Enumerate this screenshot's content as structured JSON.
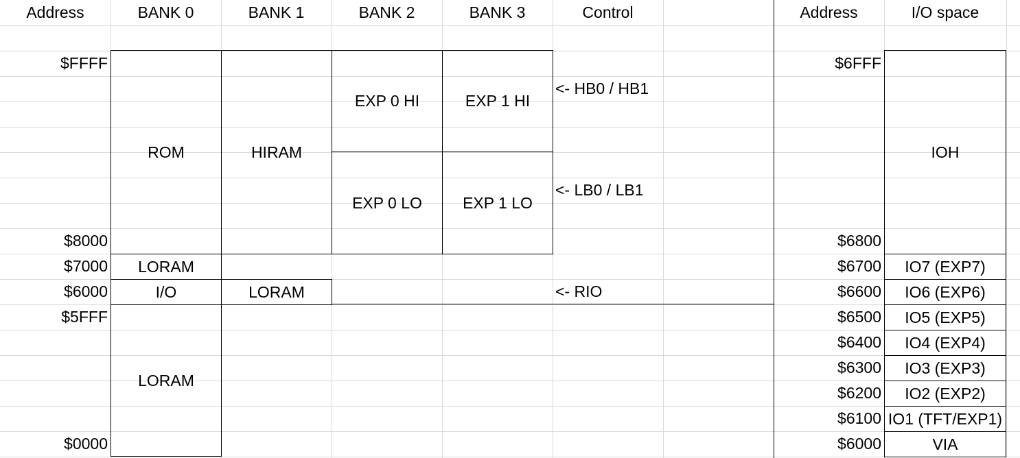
{
  "headers": {
    "address": "Address",
    "bank0": "BANK 0",
    "bank1": "BANK 1",
    "bank2": "BANK 2",
    "bank3": "BANK 3",
    "control": "Control",
    "io_address": "Address",
    "io_space": "I/O space"
  },
  "addresses": {
    "ffff": "$FFFF",
    "a8000": "$8000",
    "a7000": "$7000",
    "a6000": "$6000",
    "a5fff": "$5FFF",
    "a0000": "$0000"
  },
  "banks": {
    "rom": "ROM",
    "hiram": "HIRAM",
    "exp0_hi": "EXP 0 HI",
    "exp1_hi": "EXP 1 HI",
    "exp0_lo": "EXP 0 LO",
    "exp1_lo": "EXP 1 LO",
    "bank0_loram_7000": "LORAM",
    "bank0_io": "I/O",
    "bank1_loram": "LORAM",
    "bank0_loram_low": "LORAM"
  },
  "control": {
    "hb": "<- HB0 / HB1",
    "lb": "<- LB0 / LB1",
    "rio": "<- RIO"
  },
  "io_addresses": [
    "$6FFF",
    "$6800",
    "$6700",
    "$6600",
    "$6500",
    "$6400",
    "$6300",
    "$6200",
    "$6100",
    "$6000"
  ],
  "io_blocks": {
    "ioh": "IOH",
    "io7": "IO7 (EXP7)",
    "io6": "IO6 (EXP6)",
    "io5": "IO5 (EXP5)",
    "io4": "IO4 (EXP4)",
    "io3": "IO3 (EXP3)",
    "io2": "IO2 (EXP2)",
    "io1": "IO1 (TFT/EXP1)",
    "via": "VIA"
  }
}
